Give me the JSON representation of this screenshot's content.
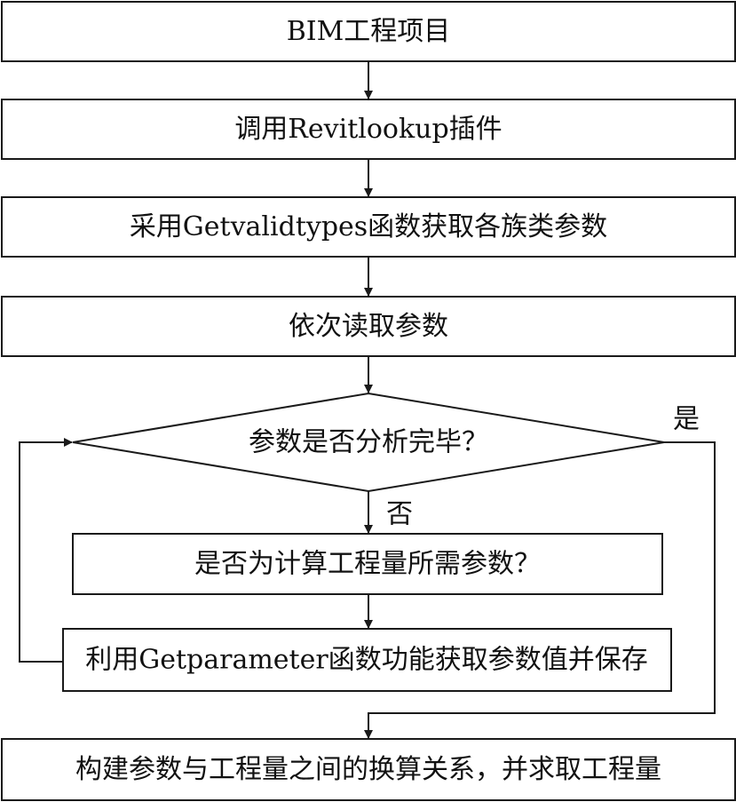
{
  "diagram": {
    "line_color": "#1a1a1a",
    "nodes": {
      "bim_project": "BIM工程项目",
      "call_revitlookup": "调用Revitlookup插件",
      "get_valid_types": "采用Getvalidtypes函数获取各族类参数",
      "read_params": "依次读取参数",
      "decision_done": "参数是否分析完毕？",
      "decision_needed": "是否为计算工程量所需参数？",
      "get_parameter": "利用Getparameter函数功能获取参数值并保存",
      "build_relation": "构建参数与工程量之间的换算关系，并求取工程量"
    },
    "edge_labels": {
      "yes": "是",
      "no": "否"
    }
  }
}
